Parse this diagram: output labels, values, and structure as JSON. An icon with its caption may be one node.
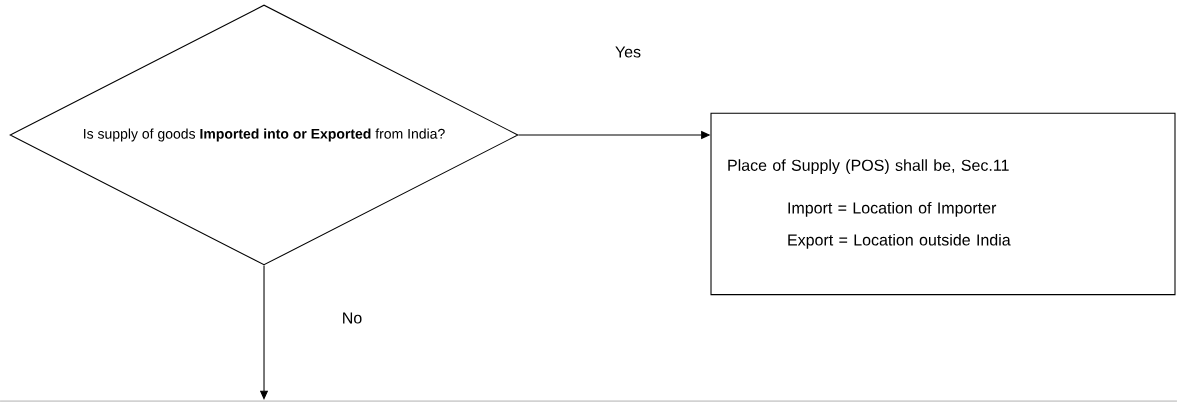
{
  "diagram": {
    "nodes": [
      {
        "text": [
          "Is supply of goods **Imported into or Exported** from India?"
        ]
      },
      {
        "text": [
          "Place of Supply (POS) shall be, Sec.11",
          "Import = Location of Importer",
          "Export = Location outside India"
        ]
      }
    ],
    "edges": [
      {
        "from": 0,
        "to": 1,
        "arrow": "to",
        "label": "Yes"
      },
      {
        "from": 0,
        "to": null,
        "arrow": "to",
        "label": "No"
      }
    ]
  }
}
